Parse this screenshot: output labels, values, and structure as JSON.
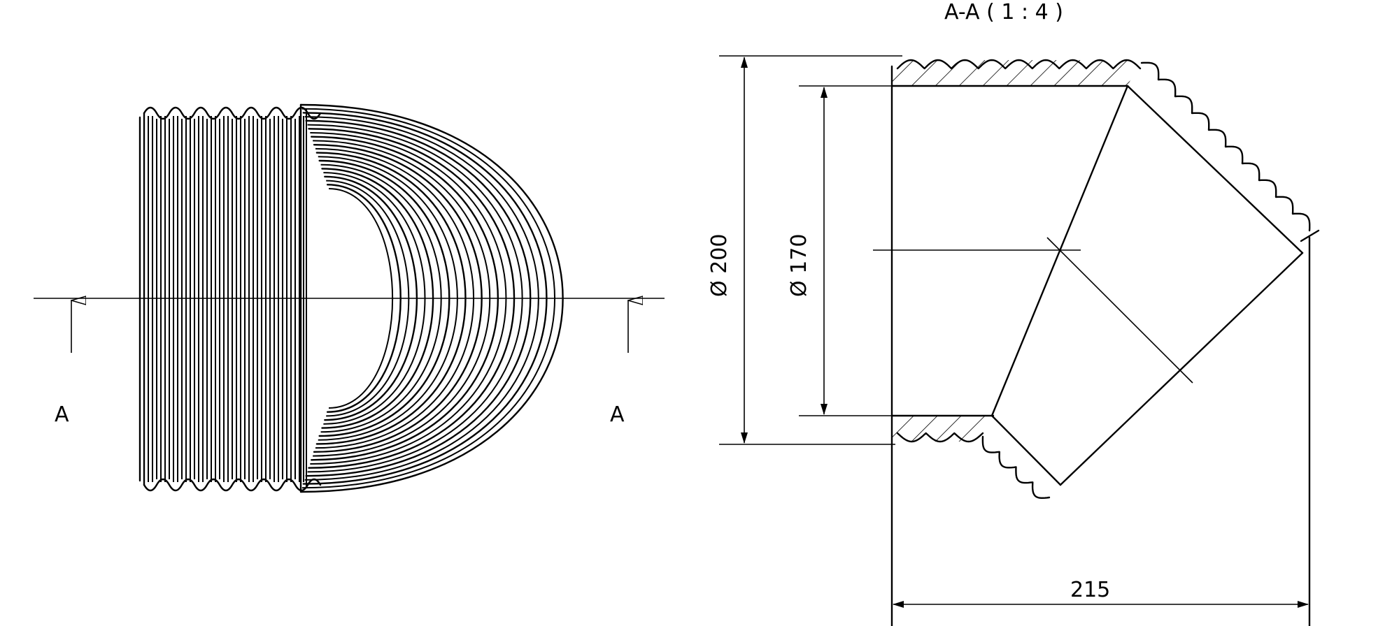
{
  "section_title": "A-A ( 1 : 4 )",
  "section_marker_left": "A",
  "section_marker_right": "A",
  "dim_outer_diameter": "Ø 200",
  "dim_inner_diameter": "Ø 170",
  "dim_length": "215"
}
